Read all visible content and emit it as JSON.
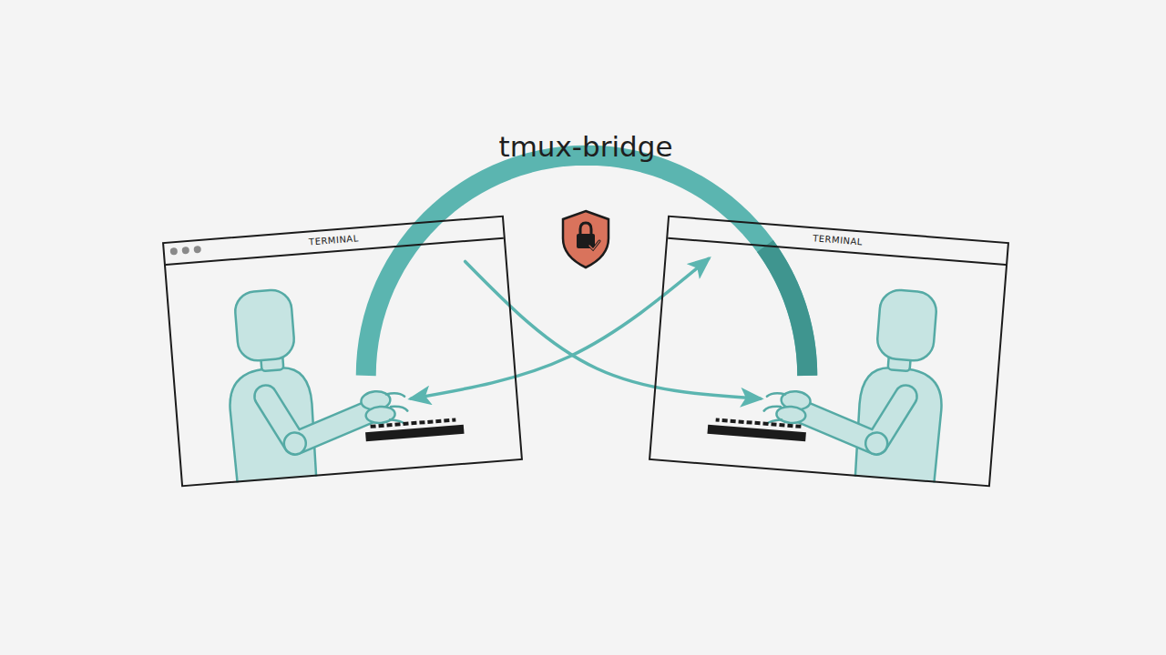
{
  "diagram": {
    "title": "tmux-bridge",
    "nodes": [
      {
        "text": [
          "TERMINAL"
        ]
      },
      {
        "text": [
          "TERMINAL"
        ]
      }
    ],
    "edges": [
      {
        "from": 0,
        "to": 1,
        "arrow": "none"
      },
      {
        "from": 0,
        "to": 1,
        "arrow": "to"
      },
      {
        "from": 0,
        "to": 1,
        "arrow": "both"
      }
    ]
  }
}
